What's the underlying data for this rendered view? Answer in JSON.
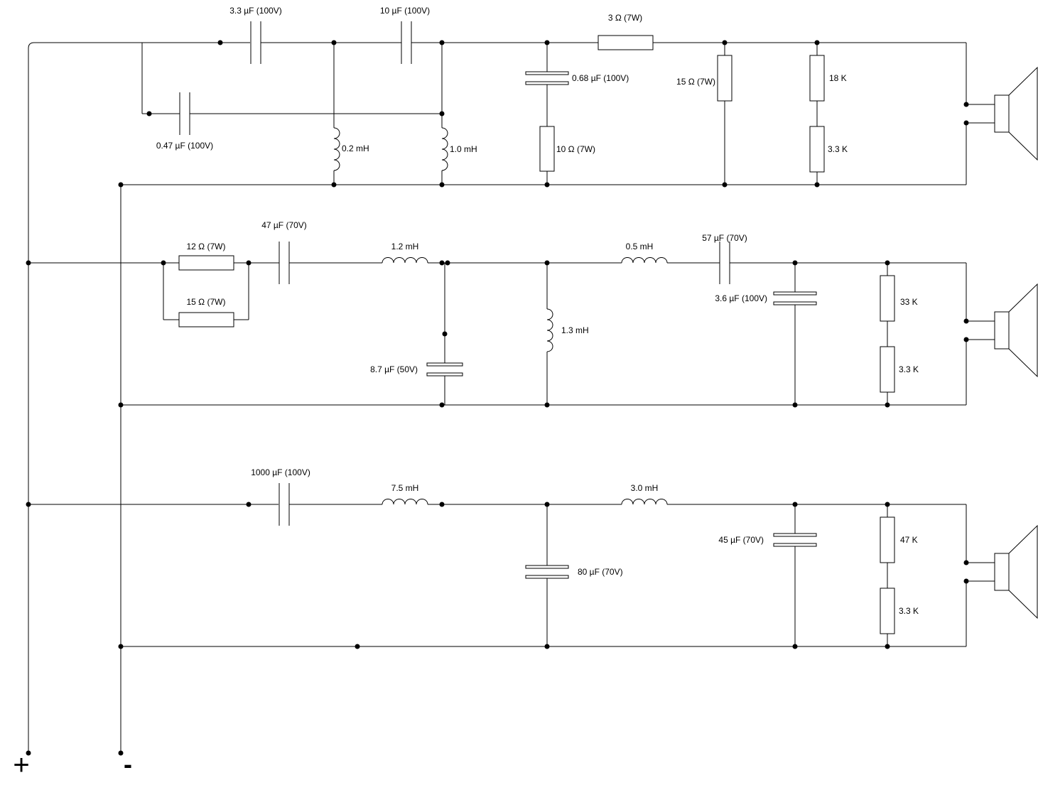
{
  "terminals": {
    "plus": "+",
    "minus": "-"
  },
  "tweeter": {
    "c1": "3.3 µF (100V)",
    "c2": "10 µF (100V)",
    "c3": "0.47 µF (100V)",
    "l1": "0.2 mH",
    "l2": "1.0 mH",
    "c4": "0.68 µF (100V)",
    "r1": "10 Ω (7W)",
    "r2": "3 Ω (7W)",
    "r3": "15 Ω (7W)",
    "r4": "18 K",
    "r5": "3.3 K"
  },
  "midrange": {
    "r1": "12 Ω (7W)",
    "r2": "15 Ω (7W)",
    "c1": "47 µF (70V)",
    "l1": "1.2 mH",
    "c2": "8.7 µF (50V)",
    "l2": "1.3 mH",
    "l3": "0.5 mH",
    "c3": "57 µF (70V)",
    "c4": "3.6 µF (100V)",
    "r3": "33 K",
    "r4": "3.3 K"
  },
  "woofer": {
    "c1": "1000 µF (100V)",
    "l1": "7.5 mH",
    "c2": "80 µF (70V)",
    "l2": "3.0 mH",
    "c3": "45 µF (70V)",
    "r1": "47 K",
    "r2": "3.3 K"
  }
}
